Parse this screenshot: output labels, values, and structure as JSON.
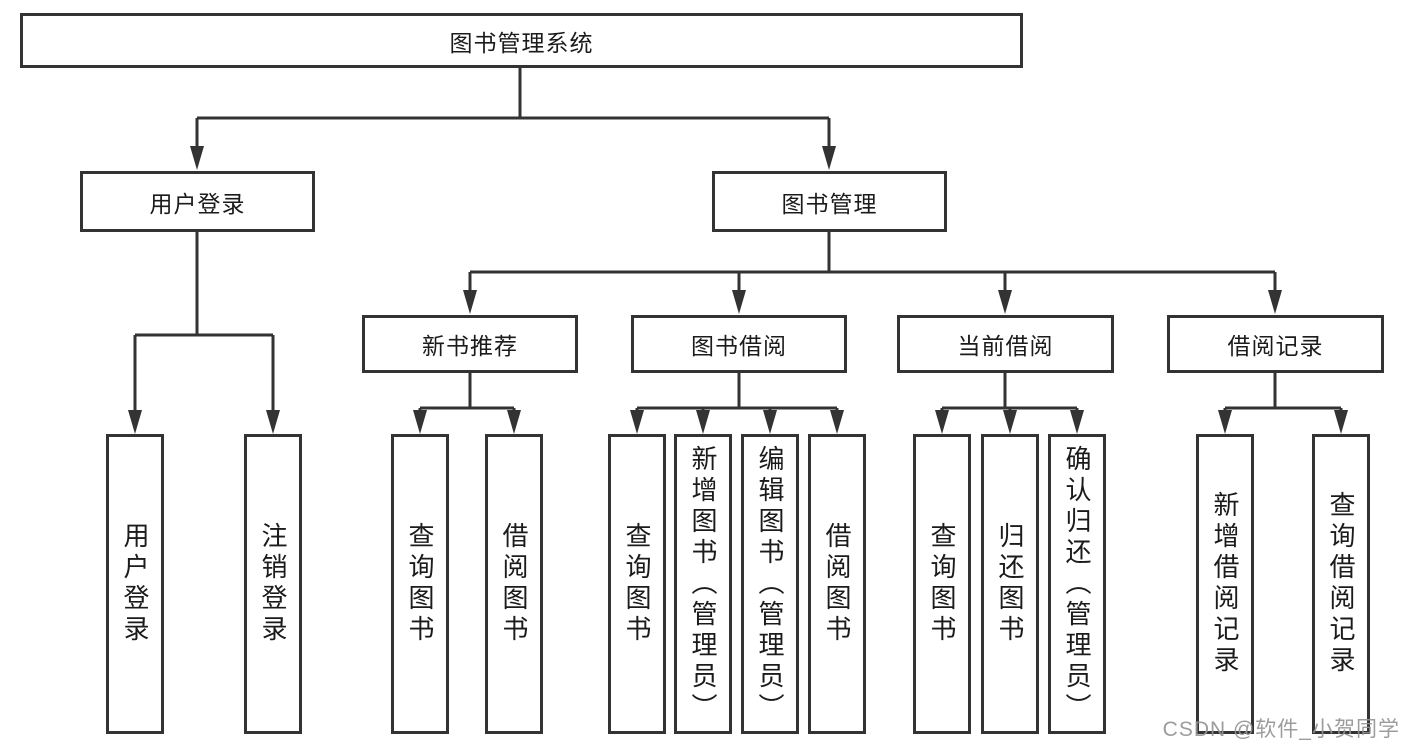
{
  "tree": {
    "root": "图书管理系统",
    "branches": [
      {
        "label": "用户登录",
        "children": [
          "用户登录",
          "注销登录"
        ]
      },
      {
        "label": "图书管理",
        "sections": [
          {
            "label": "新书推荐",
            "children": [
              "查询图书",
              "借阅图书"
            ]
          },
          {
            "label": "图书借阅",
            "children": [
              "查询图书",
              "新增图书（管理员）",
              "编辑图书（管理员）",
              "借阅图书"
            ]
          },
          {
            "label": "当前借阅",
            "children": [
              "查询图书",
              "归还图书",
              "确认归还（管理员）"
            ]
          },
          {
            "label": "借阅记录",
            "children": [
              "新增借阅记录",
              "查询借阅记录"
            ]
          }
        ]
      }
    ]
  },
  "watermark": "CSDN @软件_小贺同学",
  "colors": {
    "line": "#333333",
    "box_border": "#333333",
    "box_fill": "#ffffff",
    "text": "#1b1b1b",
    "watermark": "#949494",
    "background": "#ffffff"
  }
}
